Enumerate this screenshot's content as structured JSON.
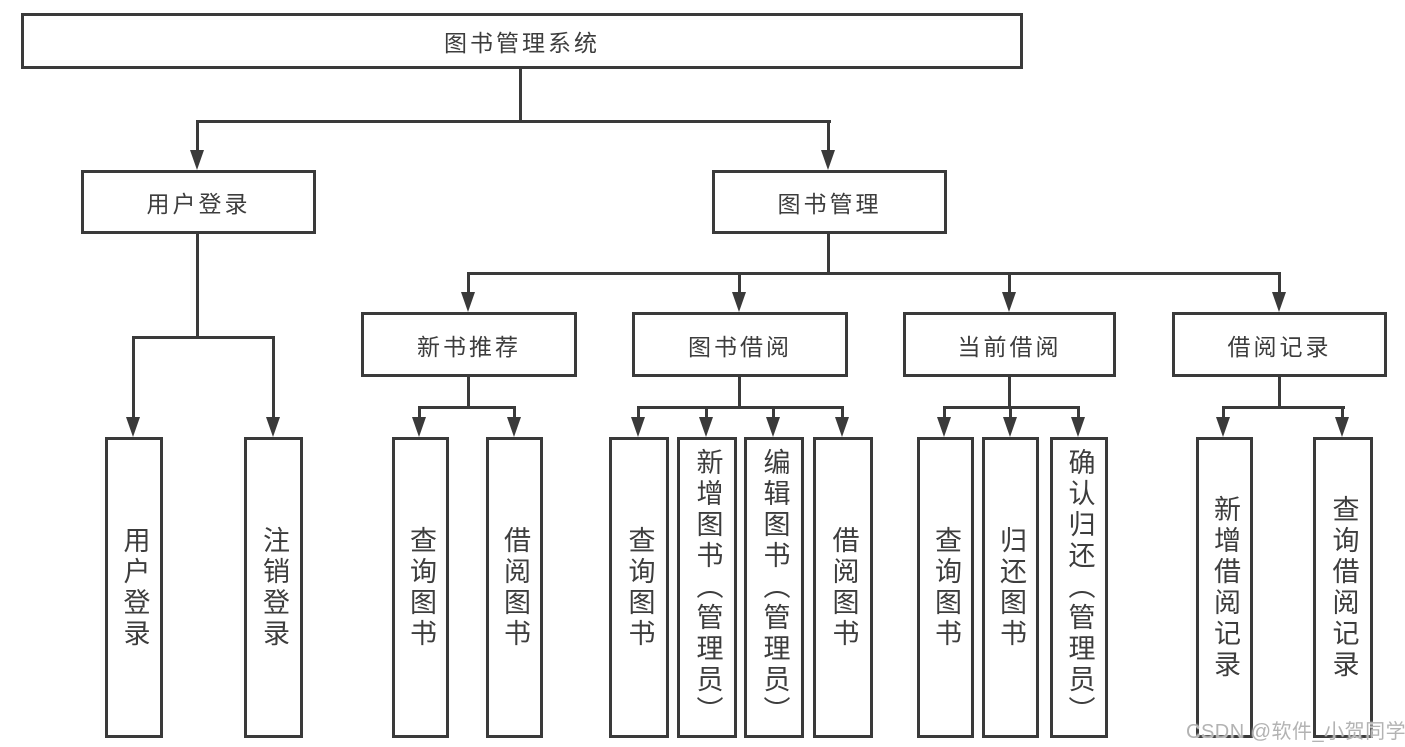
{
  "colors": {
    "stroke": "#3a3a3a",
    "text": "#3d3d3d",
    "background": "#ffffff",
    "watermark_text": "#b3b3b3"
  },
  "diagram": {
    "type": "hierarchy-tree",
    "root": {
      "label": "图书管理系统"
    },
    "level2": [
      {
        "label": "用户登录",
        "parent": "图书管理系统"
      },
      {
        "label": "图书管理",
        "parent": "图书管理系统"
      }
    ],
    "level3": [
      {
        "label": "新书推荐",
        "parent": "图书管理"
      },
      {
        "label": "图书借阅",
        "parent": "图书管理"
      },
      {
        "label": "当前借阅",
        "parent": "图书管理"
      },
      {
        "label": "借阅记录",
        "parent": "图书管理"
      }
    ],
    "leaves": [
      {
        "label": "用户登录",
        "parent": "用户登录"
      },
      {
        "label": "注销登录",
        "parent": "用户登录"
      },
      {
        "label": "查询图书",
        "parent": "新书推荐"
      },
      {
        "label": "借阅图书",
        "parent": "新书推荐"
      },
      {
        "label": "查询图书",
        "parent": "图书借阅"
      },
      {
        "label": "新增图书（管理员）",
        "parent": "图书借阅"
      },
      {
        "label": "编辑图书（管理员）",
        "parent": "图书借阅"
      },
      {
        "label": "借阅图书",
        "parent": "图书借阅"
      },
      {
        "label": "查询图书",
        "parent": "当前借阅"
      },
      {
        "label": "归还图书",
        "parent": "当前借阅"
      },
      {
        "label": "确认归还（管理员）",
        "parent": "当前借阅"
      },
      {
        "label": "新增借阅记录",
        "parent": "借阅记录"
      },
      {
        "label": "查询借阅记录",
        "parent": "借阅记录"
      }
    ]
  },
  "watermark": {
    "text": "CSDN @软件_小贺同学"
  }
}
